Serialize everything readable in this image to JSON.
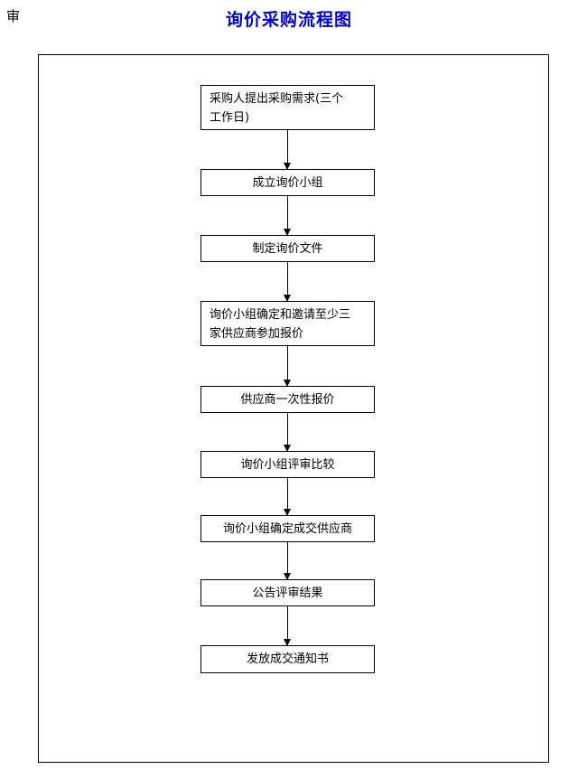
{
  "page": {
    "margin_mark": "审",
    "title": "询价采购流程图",
    "title_color": "#0000CC",
    "border_color": "#000000",
    "background": "#FFFFFF"
  },
  "flowchart": {
    "type": "flowchart",
    "orientation": "top-to-bottom",
    "connector": "single-arrow",
    "nodes": [
      {
        "id": "n1",
        "label": "采购人提出采购需求(三个\n工作日)",
        "lines": 2,
        "align": "left"
      },
      {
        "id": "n2",
        "label": "成立询价小组",
        "lines": 1,
        "align": "center"
      },
      {
        "id": "n3",
        "label": "制定询价文件",
        "lines": 1,
        "align": "center"
      },
      {
        "id": "n4",
        "label": "询价小组确定和邀请至少三\n家供应商参加报价",
        "lines": 2,
        "align": "left"
      },
      {
        "id": "n5",
        "label": "供应商一次性报价",
        "lines": 1,
        "align": "center"
      },
      {
        "id": "n6",
        "label": "询价小组评审比较",
        "lines": 1,
        "align": "center"
      },
      {
        "id": "n7",
        "label": "询价小组确定成交供应商",
        "lines": 1,
        "align": "center"
      },
      {
        "id": "n8",
        "label": "公告评审结果",
        "lines": 1,
        "align": "center"
      },
      {
        "id": "n9",
        "label": "发放成交通知书",
        "lines": 1,
        "align": "center"
      }
    ],
    "edges": [
      {
        "from": "n1",
        "to": "n2"
      },
      {
        "from": "n2",
        "to": "n3"
      },
      {
        "from": "n3",
        "to": "n4"
      },
      {
        "from": "n4",
        "to": "n5"
      },
      {
        "from": "n5",
        "to": "n6"
      },
      {
        "from": "n6",
        "to": "n7"
      },
      {
        "from": "n7",
        "to": "n8"
      },
      {
        "from": "n8",
        "to": "n9"
      }
    ]
  }
}
